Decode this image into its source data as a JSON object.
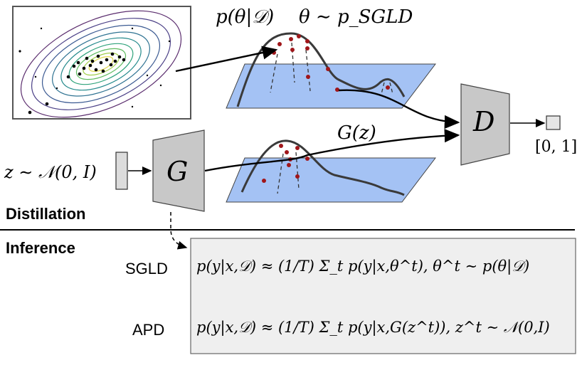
{
  "labels": {
    "posterior": "p(θ|𝒟)",
    "sgld_sample": "θ ∼ p_SGLD",
    "generator_output": "G(z)",
    "noise": "z ∼ 𝒩(0, I)",
    "generator": "G",
    "discriminator": "D",
    "disc_output": "[0, 1]"
  },
  "sections": {
    "distillation": "Distillation",
    "inference": "Inference"
  },
  "formulas": [
    {
      "method": "SGLD",
      "expr": "p(y|x,𝒟) ≈ (1/T) Σ_t p(y|x,θ^t), θ^t ∼ p(θ|𝒟)"
    },
    {
      "method": "APD",
      "expr": "p(y|x,𝒟) ≈ (1/T) Σ_t p(y|x,G(z^t)), z^t ∼ 𝒩(0,I)"
    }
  ],
  "colors": {
    "plane_fill": "#a4c2f4",
    "plane_stroke": "#3a3a3a",
    "box_fill": "#c8c8c8",
    "sample_dot": "#a0161a",
    "curve": "#333333",
    "formula_box": "#efefef"
  }
}
